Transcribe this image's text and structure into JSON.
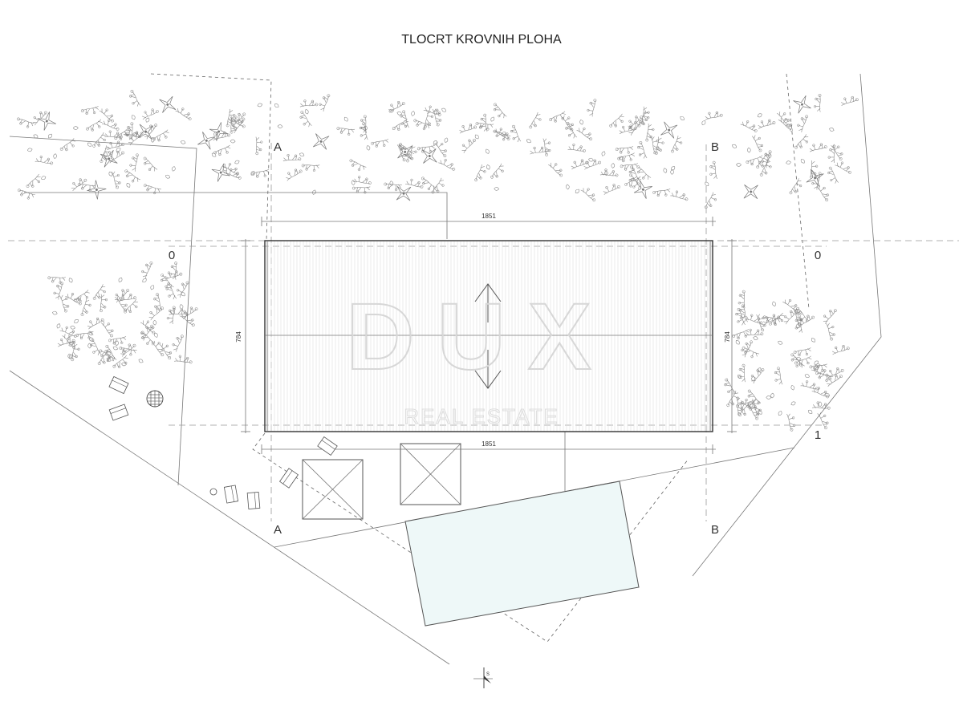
{
  "title": "TLOCRT KROVNIH PLOHA",
  "section_marks": {
    "a_top": "A",
    "b_top": "B",
    "a_bottom": "A",
    "b_bottom": "B"
  },
  "axis_marks": {
    "zero_left": "0",
    "zero_right": "0",
    "one_right": "1"
  },
  "dimensions": {
    "top_length": "1851",
    "bottom_length": "1851",
    "left_width": "784",
    "right_width": "784"
  },
  "north_arrow_label": "S",
  "watermark": {
    "brand": "DUX",
    "tagline": "REAL ESTATE"
  },
  "colors": {
    "line": "#555555",
    "pool_fill": "#eef8f8",
    "roof_hatch": "#dddddd",
    "watermark": "#d7d7d7"
  }
}
